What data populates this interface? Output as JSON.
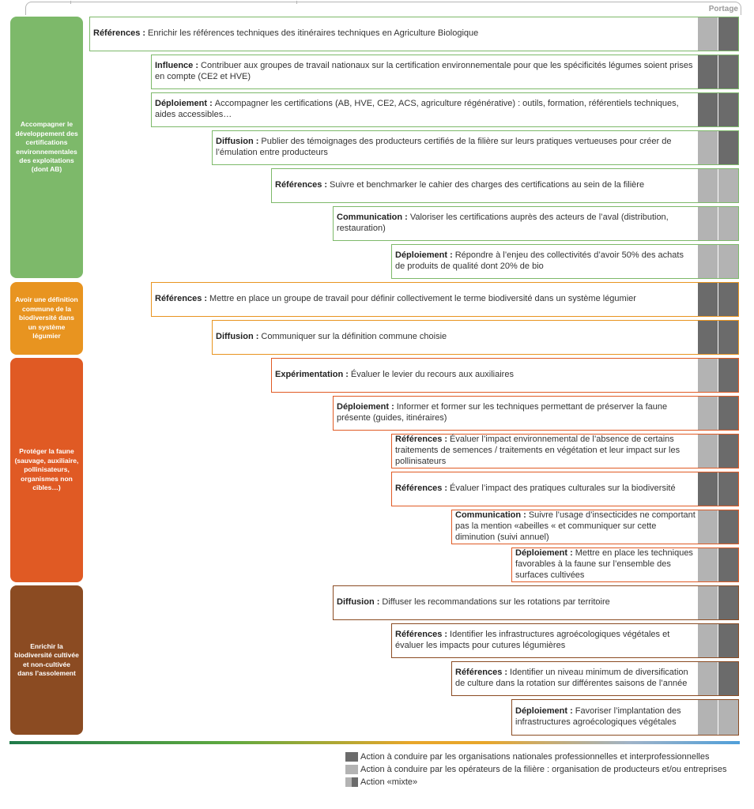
{
  "header": {
    "portage_label": "Portage"
  },
  "categories": [
    {
      "label": "Accompagner le développement des certifications environnementales des exploitations (dont AB)",
      "color": "#7db96a"
    },
    {
      "label": "Avoir une définition commune de la biodiversité dans un système légumier",
      "color": "#e89420"
    },
    {
      "label": "Protéger la faune (sauvage, auxiliaire, pollinisateurs, organismes non cibles…)",
      "color": "#e05a24"
    },
    {
      "label": "Enrichir la biodiversité cultivée et non-cultivée dans l’assolement",
      "color": "#8b4b22"
    }
  ],
  "actions": [
    {
      "type": "Références :",
      "text": "Enrichir les références techniques des itinéraires techniques en Agriculture Biologique",
      "portage": "mixte"
    },
    {
      "type": "Influence :",
      "text": "Contribuer aux groupes de travail nationaux sur la certification environnementale pour que les spécificités légumes soient prises en compte (CE2 et HVE)",
      "portage": "nationales"
    },
    {
      "type": "Déploiement :",
      "text": "Accompagner les certifications (AB, HVE, CE2, ACS, agriculture régénérative) : outils, formation, référentiels techniques, aides accessibles…",
      "portage": "nationales"
    },
    {
      "type": "Diffusion :",
      "text": "Publier des témoignages des producteurs certifiés de la filière sur leurs pratiques vertueuses pour créer de l’émulation entre producteurs",
      "portage": "mixte"
    },
    {
      "type": "Références :",
      "text": "Suivre et benchmarker le cahier des charges des certifications au sein de la filière",
      "portage": "operateurs"
    },
    {
      "type": "Communication :",
      "text": "Valoriser les certifications auprès des acteurs de l’aval (distribution, restauration)",
      "portage": "operateurs"
    },
    {
      "type": "Déploiement :",
      "text": "Répondre à l’enjeu des collectivités d’avoir 50% des achats de produits de qualité dont 20% de bio",
      "portage": "operateurs"
    },
    {
      "type": "Références :",
      "text": "Mettre en place un groupe de travail pour définir collectivement le terme biodiversité dans un système légumier",
      "portage": "nationales"
    },
    {
      "type": "Diffusion :",
      "text": "Communiquer sur la définition commune choisie",
      "portage": "nationales"
    },
    {
      "type": "Expérimentation :",
      "text": "Évaluer le levier du recours aux auxiliaires",
      "portage": "mixte"
    },
    {
      "type": "Déploiement :",
      "text": "Informer et former sur les techniques permettant de préserver la faune présente (guides, itinéraires)",
      "portage": "mixte"
    },
    {
      "type": "Références :",
      "text": "Évaluer l’impact environnemental de l’absence de certains traitements de semences / traitements en végétation et leur impact sur les pollinisateurs",
      "portage": "mixte"
    },
    {
      "type": "Références :",
      "text": "Évaluer l’impact des pratiques culturales sur la biodiversité",
      "portage": "nationales"
    },
    {
      "type": "Communication :",
      "text": "Suivre l’usage d’insecticides ne comportant pas la mention «abeilles « et communiquer sur cette diminution (suivi annuel)",
      "portage": "mixte"
    },
    {
      "type": "Déploiement :",
      "text": "Mettre en place les techniques favorables à la faune sur l’ensemble des surfaces cultivées",
      "portage": "mixte"
    },
    {
      "type": "Diffusion :",
      "text": "Diffuser les recommandations sur les rotations par territoire",
      "portage": "mixte"
    },
    {
      "type": "Références :",
      "text": "Identifier les infrastructures agroécologiques végétales et évaluer les impacts pour cutures légumières",
      "portage": "mixte"
    },
    {
      "type": "Références :",
      "text": "Identifier un niveau minimum de diversification de culture dans la rotation sur différentes saisons de l’année",
      "portage": "mixte"
    },
    {
      "type": "Déploiement :",
      "text": "Favoriser l’implantation des infrastructures agroécologiques végétales",
      "portage": "operateurs"
    }
  ],
  "legend": {
    "nationales": "Action à conduire par les organisations nationales professionnelles et interprofessionnelles",
    "operateurs": "Action à conduire par les opérateurs de la filière : organisation de producteurs et/ou entreprises",
    "mixte": "Action «mixte»"
  },
  "colors": {
    "dark_gray": "#6b6b6b",
    "light_gray": "#b3b3b3"
  }
}
